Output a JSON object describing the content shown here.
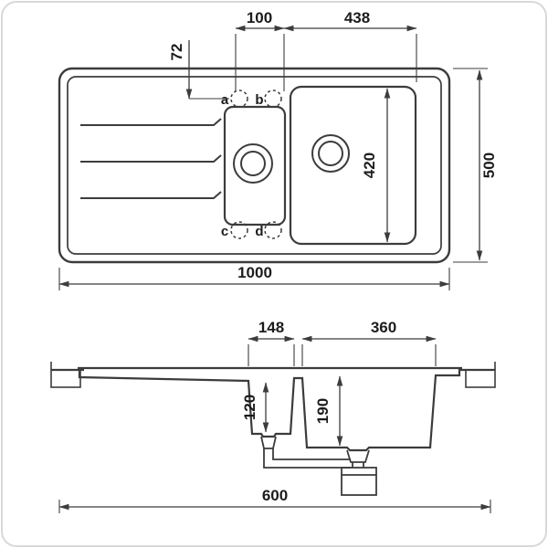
{
  "colors": {
    "line": "#3c3c3c",
    "text": "#1c1c1c",
    "background": "#ffffff",
    "frame_border": "#d8d8d8"
  },
  "top_view": {
    "dims": {
      "d100": "100",
      "d438": "438",
      "d72": "72",
      "d420": "420",
      "d500": "500",
      "d1000": "1000"
    },
    "tap_holes": [
      "a",
      "b",
      "c",
      "d"
    ]
  },
  "section_view": {
    "dims": {
      "d148": "148",
      "d360": "360",
      "d120": "120",
      "d190": "190",
      "d600": "600"
    }
  }
}
